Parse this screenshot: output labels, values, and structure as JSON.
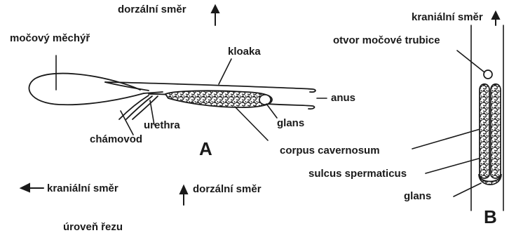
{
  "labels": {
    "dorzalni_top": "dorzální směr",
    "kranialni_top": "kraniální směr",
    "mocovy_mechyr": "močový měchýř",
    "otvor": "otvor močové trubice",
    "kloaka": "kloaka",
    "anus": "anus",
    "urethra": "urethra",
    "glans_a": "glans",
    "chamovod": "chámovod",
    "fig_a": "A",
    "corpus": "corpus cavernosum",
    "sulcus": "sulcus spermaticus",
    "kranialni_bottom": "kraniální směr",
    "dorzalni_bottom": "dorzální směr",
    "glans_b": "glans",
    "fig_b": "B",
    "uroven": "úroveň řezu"
  }
}
